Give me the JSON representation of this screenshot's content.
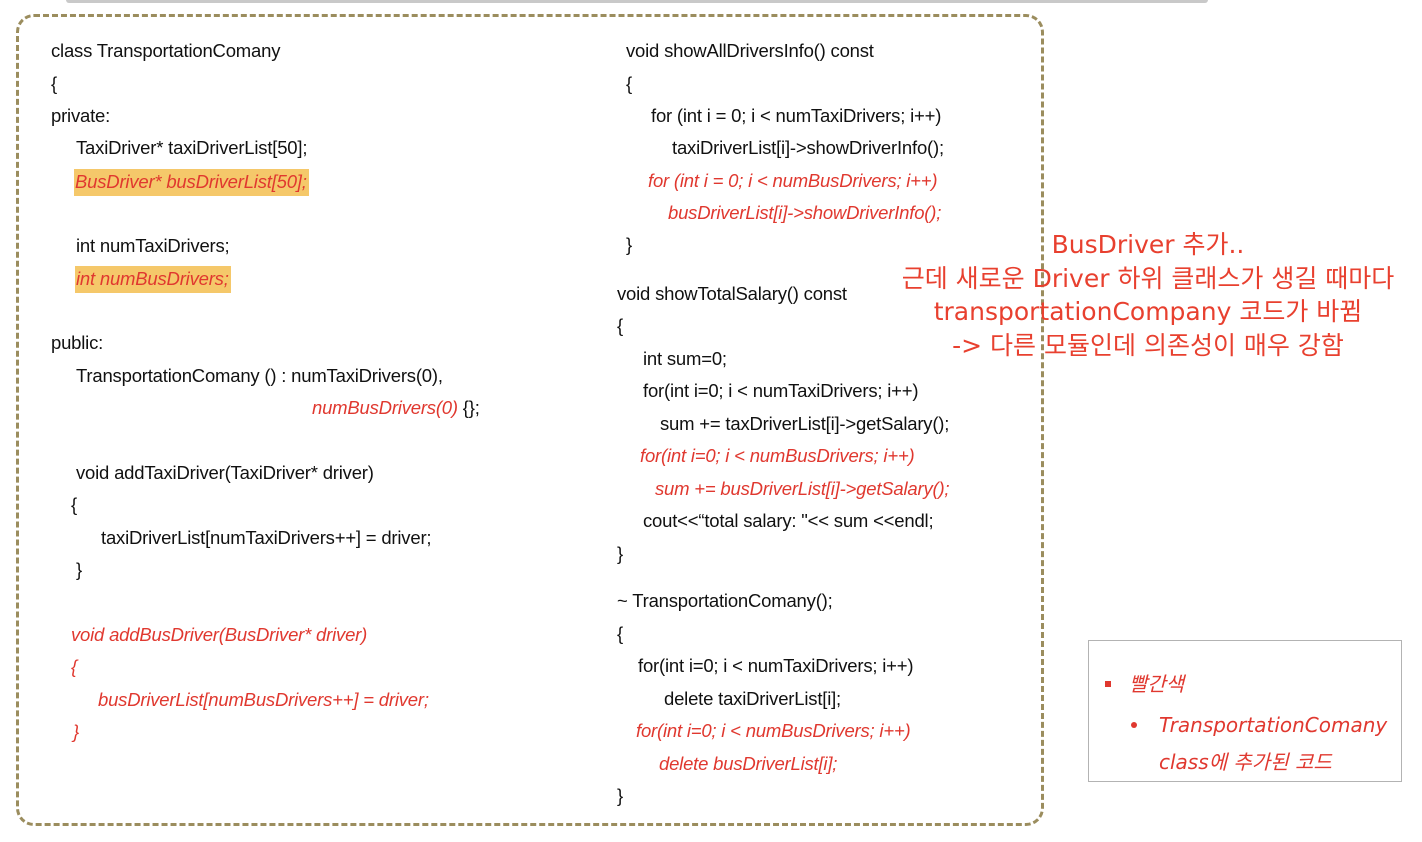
{
  "left_code": [
    "class TransportationComany",
    "{",
    "private:",
    "TaxiDriver* taxiDriverList[50];",
    "BusDriver* busDriverList[50];",
    "int numTaxiDrivers;",
    "int numBusDrivers;",
    "public:",
    "TransportationComany () : numTaxiDrivers(0),",
    "numBusDrivers(0)",
    " {};",
    "void addTaxiDriver(TaxiDriver* driver)",
    "{",
    "taxiDriverList[numTaxiDrivers++] = driver;",
    "}",
    "void addBusDriver(BusDriver* driver)",
    "{",
    "busDriverList[numBusDrivers++] = driver;",
    "}"
  ],
  "right_code": [
    "void showAllDriversInfo() const",
    "{",
    "for (int i = 0; i < numTaxiDrivers; i++)",
    "taxiDriverList[i]->showDriverInfo();",
    "for (int i = 0; i < numBusDrivers; i++)",
    "busDriverList[i]->showDriverInfo();",
    "}",
    "void showTotalSalary() const",
    "{",
    "int sum=0;",
    "for(int i=0; i < numTaxiDrivers; i++)",
    "sum += taxDriverList[i]->getSalary();",
    "for(int i=0; i < numBusDrivers; i++)",
    "sum += busDriverList[i]->getSalary();",
    "cout<<“total salary: \"<< sum <<endl;",
    "}",
    "~ TransportationComany();",
    "{",
    "for(int i=0; i < numTaxiDrivers; i++)",
    "delete taxiDriverList[i];",
    "for(int i=0; i < numBusDrivers; i++)",
    "delete busDriverList[i];",
    "}"
  ],
  "note": [
    "BusDriver 추가..",
    "근데 새로운 Driver 하위 클래스가 생길 때마다",
    "transportationCompany 코드가 바뀜",
    "-> 다른 모듈인데 의존성이 매우 강함"
  ],
  "legend": {
    "heading": "빨간색",
    "line1": "TransportationComany",
    "line2": "class에 추가된 코드"
  },
  "colors": {
    "added_code": "#e0382f",
    "highlight": "#f5c86a",
    "frame": "#9b8d5e"
  }
}
